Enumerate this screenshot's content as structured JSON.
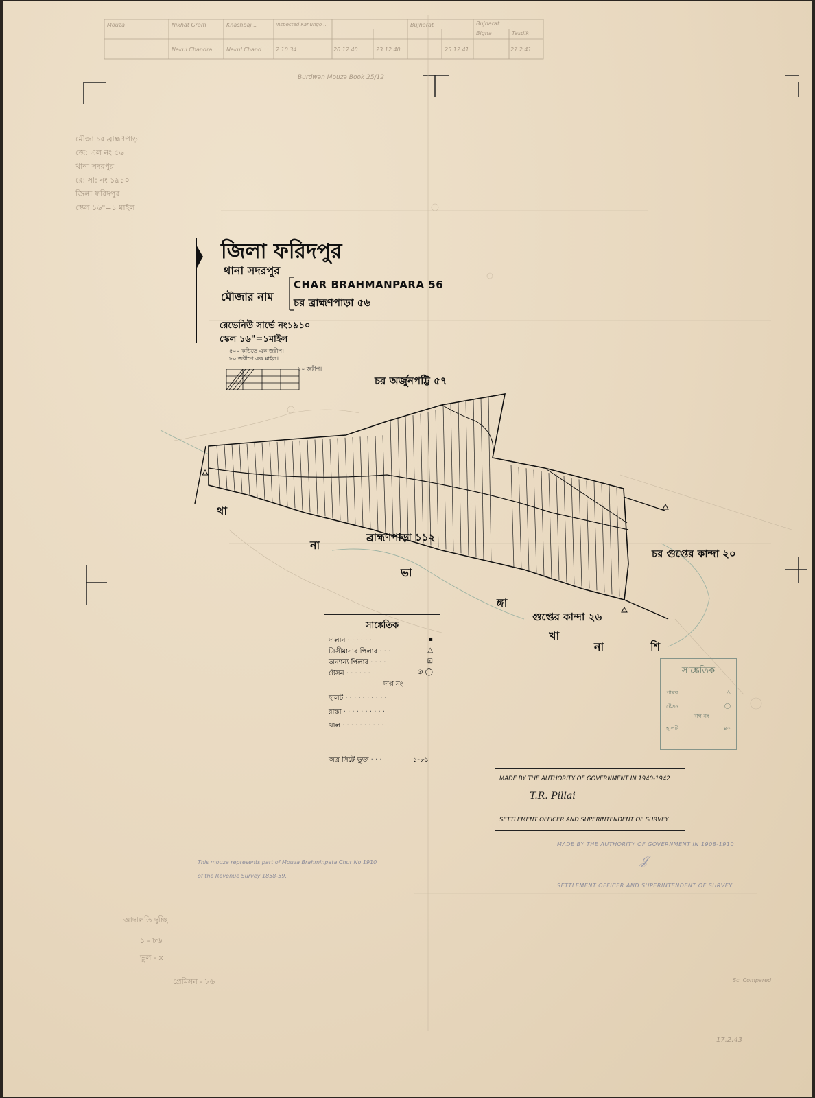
{
  "header_table": {
    "labels": [
      "Mouza",
      "Nikhat Gram",
      "Khashbaj...",
      "Inspected Kanungo ...",
      "Bujharat",
      "Bigha",
      "Tasdik",
      "Bujharat"
    ],
    "entries": [
      "Nakul Chandra",
      "Nakul Chand",
      "2.10.34 ...",
      "20.12.40",
      "23.12.40",
      "25.12.41",
      "27.2.41"
    ]
  },
  "top_note": "Burdwan Mouza Book 25/12",
  "district_title": "জিলা ফরিদপুর",
  "thana": "থানা সদরপুর",
  "mouza_label": "মৌজার নাম",
  "mouza_name_en": "CHAR BRAHMANPARA 56",
  "mouza_name_bn": "চর ব্রাহ্মণপাড়া ৫৬",
  "revenue_survey": "রেভেনিউ সার্ভে নং১৯১০",
  "scale": "স্কেল ১৬\"=১মাইল",
  "scale_notes": [
    "৫০০ কড়িতে এক জরীপ।",
    "৮০ জরীপে এক মাইল।",
    "১০ জরীপ।"
  ],
  "neighbours": {
    "north": "চর অর্জুনপট্টি ৫৭",
    "center": "ব্রাহ্মণপাড়া ১১২",
    "east": "চর গুপ্তের কান্দা ২০",
    "south": "গুপ্তের কান্দা ২৬"
  },
  "river_letters": [
    "থা",
    "না",
    "ভা",
    "ঙ্গা",
    "খা",
    "না",
    "শি"
  ],
  "faint_left_notes": [
    "মৌজা চর ব্রাহ্মণপাড়া",
    "জে: এল নং ৫৬",
    "থানা সদরপুর",
    "রে: সা: নং ১৯১০",
    "জিলা ফরিদপুর",
    "স্কেল ১৬\"=১ মাইল"
  ],
  "legend": {
    "title": "সাঙ্কেতিক",
    "rows": [
      {
        "label": "দালান",
        "symbol": "square-icon"
      },
      {
        "label": "ত্রিসীমানার পিলার",
        "symbol": "triangle-icon"
      },
      {
        "label": "অন্যান্য পিলার",
        "symbol": "boxed-square-icon"
      },
      {
        "label": "ষ্টেসন",
        "symbol": "circle-dot-icon"
      },
      {
        "label": "দাগ নং",
        "symbol": ""
      },
      {
        "label": "হালট",
        "symbol": ""
      },
      {
        "label": "রাস্তা",
        "symbol": ""
      },
      {
        "label": "খাল",
        "symbol": ""
      },
      {
        "label": "অত্র সিটে ভুক্ত",
        "symbol": "১-৮১"
      }
    ]
  },
  "authority": {
    "line1": "MADE BY THE AUTHORITY OF GOVERNMENT IN 1940-1942",
    "signature": "T.R. Pillai",
    "line2": "SETTLEMENT OFFICER AND SUPERINTENDENT OF SURVEY"
  },
  "old_authority": {
    "line1": "MADE BY THE AUTHORITY OF GOVERNMENT IN 1908-1910",
    "line2": "SETTLEMENT OFFICER AND SUPERINTENDENT OF SURVEY"
  },
  "revenue_note": [
    "This mouza represents part of Mouza Brahminpata Chur No 1910",
    "of the Revenue Survey 1858-59."
  ],
  "old_legend": {
    "title": "সাঙ্কেতিক",
    "rows": [
      "পাথর",
      "ষ্টেসন",
      "দাগ নং",
      "হালট"
    ]
  },
  "faint_bottom_notes": [
    "আদালতি দুচ্ছি",
    "১ - ৮৬",
    "ভুল - x",
    "প্রেমিসন - ৮৬"
  ],
  "faint_bottom_right": [
    "Sc. Compared",
    "17.2.43"
  ],
  "colors": {
    "paper": "#eadbc4",
    "ink": "#111111",
    "faint_green": "#7a9a84",
    "pencil": "#a89884"
  }
}
